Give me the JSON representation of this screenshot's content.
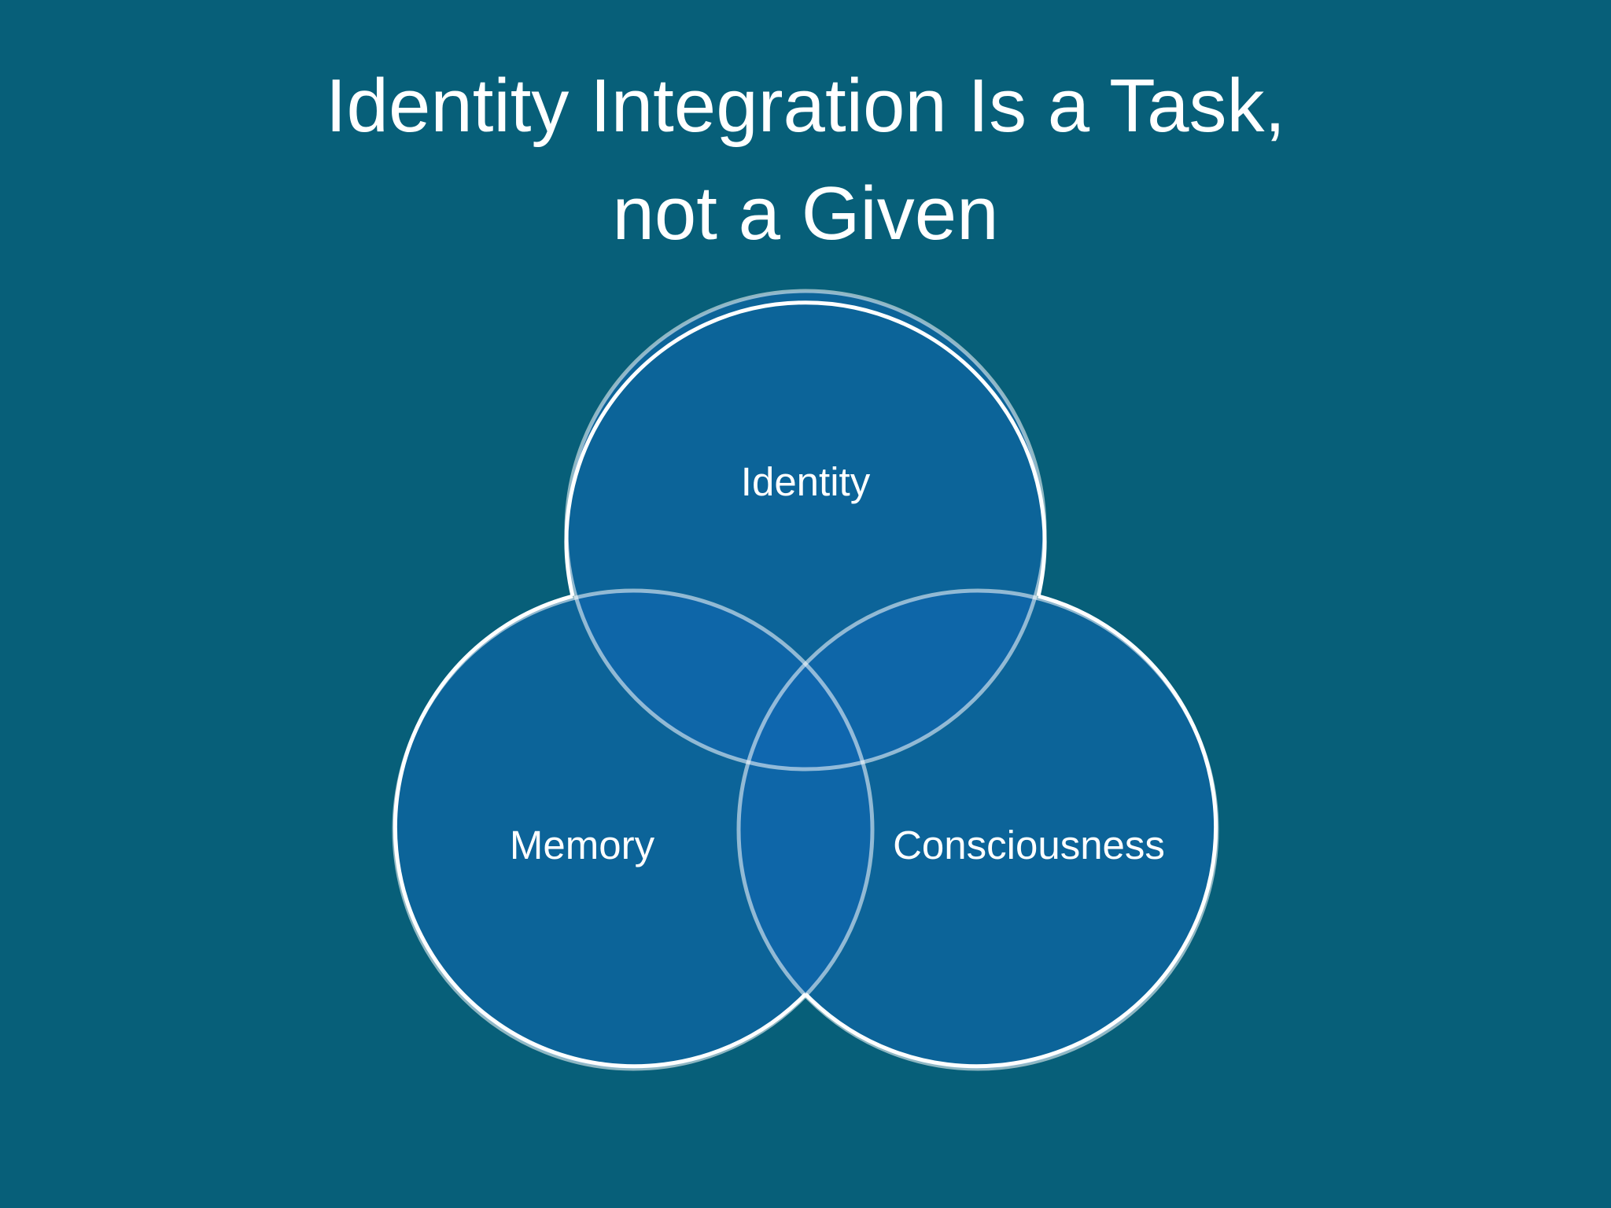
{
  "slide": {
    "title_line1": "Identity Integration Is a Task,",
    "title_line2": "not a Given"
  },
  "diagram": {
    "type": "venn",
    "sets": [
      {
        "id": "identity",
        "label": "Identity"
      },
      {
        "id": "memory",
        "label": "Memory"
      },
      {
        "id": "consciousness",
        "label": "Consciousness"
      }
    ]
  },
  "colors": {
    "background": "#075f79",
    "circle_fill": "#1168b4",
    "circle_stroke": "#ffffff",
    "text": "#ffffff"
  }
}
